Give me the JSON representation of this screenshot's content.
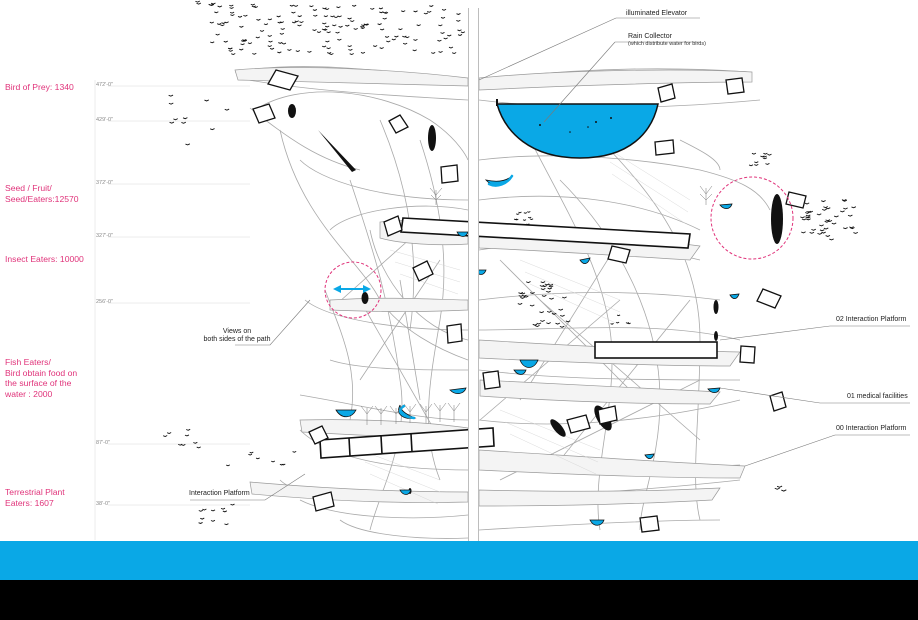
{
  "colors": {
    "label_pink": "#e0337a",
    "water_blue": "#0aa8e6",
    "band_black": "#000000",
    "line_grey": "#9a9a9a"
  },
  "bird_groups": [
    {
      "label": "Bird of Prey: 1340",
      "height": "472'-0\""
    },
    {
      "label": "Seed / Fruit/ Seed/Eaters:12570",
      "height": "372'-0\""
    },
    {
      "label": "Insect Eaters: 10000",
      "height": "327'-0\""
    },
    {
      "label": "Fish Eaters/ Bird obtain food on the surface of the water : 2000",
      "height": "256'-0\""
    },
    {
      "label": "Terrestrial Plant Eaters: 1607",
      "height": "38'-0\""
    }
  ],
  "height_marks": [
    "472'-0\"",
    "429'-0\"",
    "372'-0\"",
    "327'-0\"",
    "256'-0\"",
    "87'-0\"",
    "38'-0\""
  ],
  "left_labels": {
    "bird_of_prey": "Bird of Prey: 1340",
    "seed_line1": "Seed / Fruit/",
    "seed_line2": "Seed/Eaters:12570",
    "insect": "Insect Eaters: 10000",
    "fish_line1": "Fish Eaters/",
    "fish_line2": "Bird obtain food on",
    "fish_line3": "the surface of the",
    "fish_line4": "water : 2000",
    "plant_line1": "Terrestrial Plant",
    "plant_line2": "Eaters: 1607"
  },
  "callouts": {
    "elevator": "illuminated Elevator",
    "rain_collector": "Rain Collector",
    "rain_collector_note": "(which distribute water for birds)",
    "views_line1": "Views on",
    "views_line2": "both sides of the path",
    "platform_02": "02 Interaction Platform",
    "medical_01": "01 medical facilities",
    "platform_00": "00 Interaction Platform",
    "interaction_platform": "Interaction Platform"
  }
}
